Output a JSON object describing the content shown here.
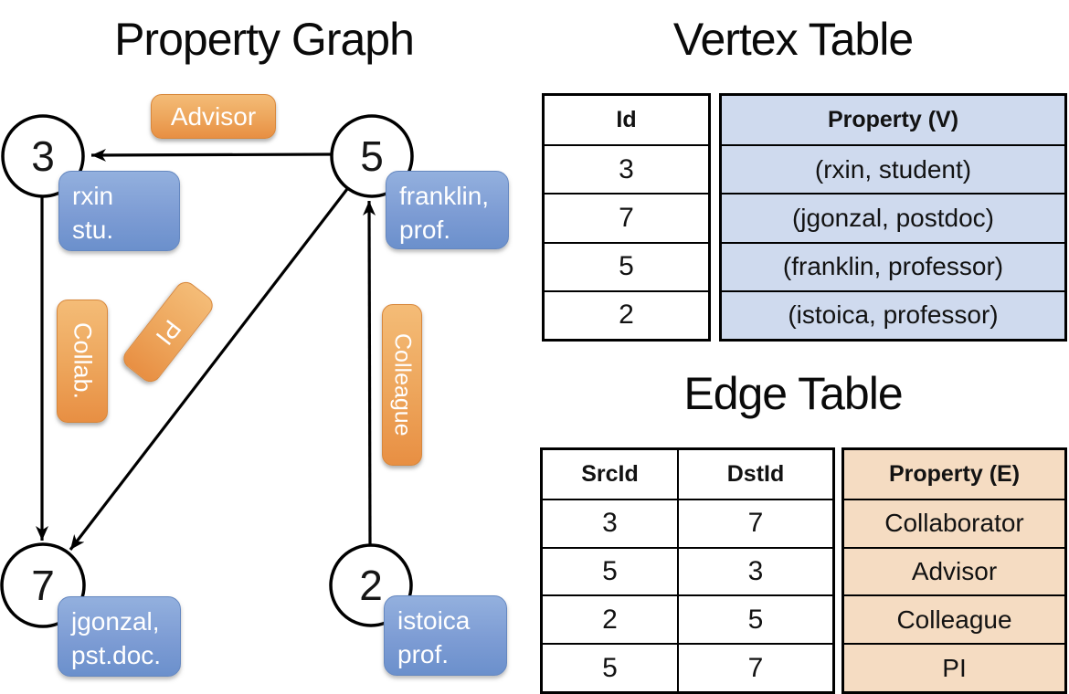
{
  "graph": {
    "title": "Property Graph",
    "nodes": [
      {
        "id": "3"
      },
      {
        "id": "5"
      },
      {
        "id": "7"
      },
      {
        "id": "2"
      }
    ],
    "vertex_boxes": [
      {
        "line1": "rxin",
        "line2": "stu."
      },
      {
        "line1": "franklin,",
        "line2": "prof."
      },
      {
        "line1": "jgonzal,",
        "line2": "pst.doc."
      },
      {
        "line1": "istoica",
        "line2": "prof."
      }
    ],
    "edge_labels": [
      {
        "text": "Advisor"
      },
      {
        "text": "Collab."
      },
      {
        "text": "PI"
      },
      {
        "text": "Colleague"
      }
    ]
  },
  "vertex_table": {
    "title": "Vertex Table",
    "columns": {
      "id": "Id",
      "property": "Property (V)"
    },
    "rows": [
      {
        "id": "3",
        "property": "(rxin, student)"
      },
      {
        "id": "7",
        "property": "(jgonzal, postdoc)"
      },
      {
        "id": "5",
        "property": "(franklin, professor)"
      },
      {
        "id": "2",
        "property": "(istoica, professor)"
      }
    ]
  },
  "edge_table": {
    "title": "Edge Table",
    "columns": {
      "src": "SrcId",
      "dst": "DstId",
      "property": "Property (E)"
    },
    "rows": [
      {
        "src": "3",
        "dst": "7",
        "property": "Collaborator"
      },
      {
        "src": "5",
        "dst": "3",
        "property": "Advisor"
      },
      {
        "src": "2",
        "dst": "5",
        "property": "Colleague"
      },
      {
        "src": "5",
        "dst": "7",
        "property": "PI"
      }
    ]
  },
  "colors": {
    "edge_label_orange_top": "#f4bc77",
    "edge_label_orange_bottom": "#e88f43",
    "vertex_box_blue_top": "#93b0de",
    "vertex_box_blue_bottom": "#6b90cc",
    "vertex_property_fill": "#cfdaee",
    "edge_property_fill": "#f5dcc2",
    "line_color": "#000000"
  }
}
